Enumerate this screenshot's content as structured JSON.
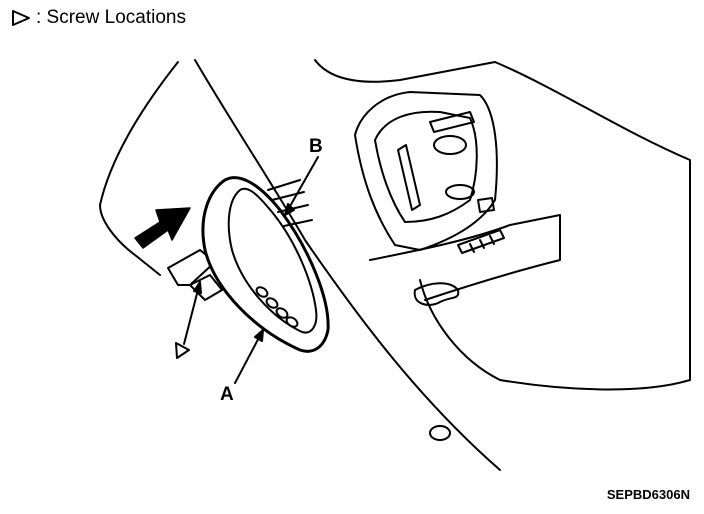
{
  "legend": {
    "icon": "open-triangle-icon",
    "text": ": Screw Locations"
  },
  "callouts": {
    "a": "A",
    "b": "B"
  },
  "reference_code": "SEPBD6306N",
  "colors": {
    "line": "#000000",
    "background": "#ffffff"
  }
}
